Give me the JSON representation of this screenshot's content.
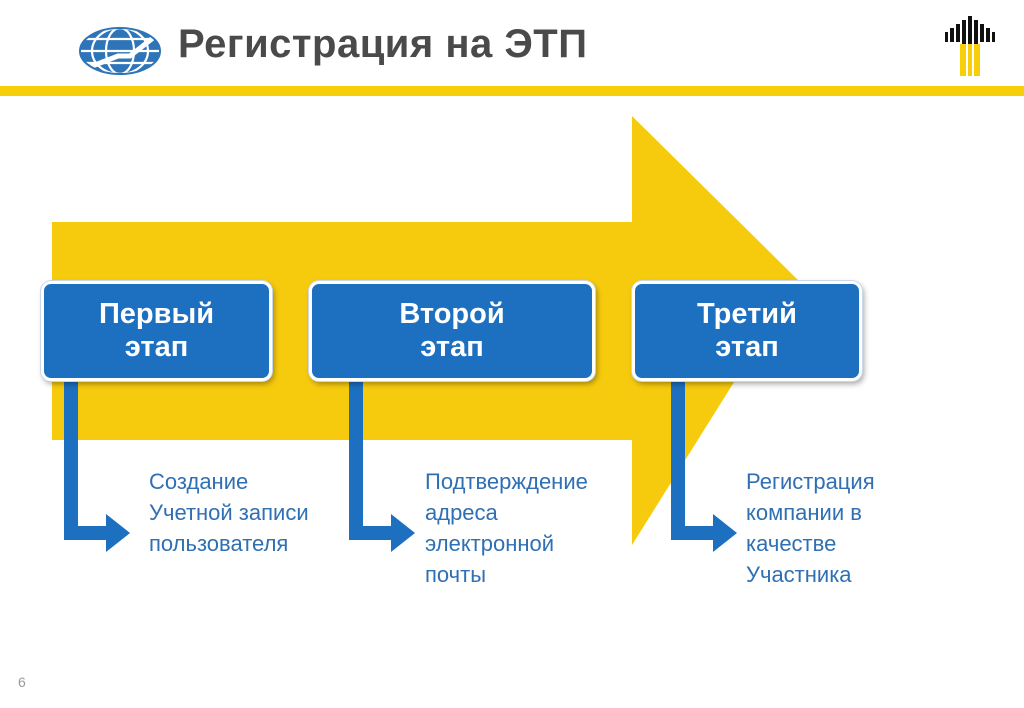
{
  "header": {
    "title": "Регистрация на ЭТП",
    "accent_color": "#f6cf0a",
    "title_color": "#4a4a4a"
  },
  "logos": {
    "left": "globe-logo-icon",
    "right": "rosneft-logo-icon"
  },
  "diagram": {
    "arrow_color": "#f7cb0d",
    "box_color": "#1d6fbf",
    "text_color": "#2f6fb3",
    "stages": [
      {
        "title_line1": "Первый",
        "title_line2": "этап",
        "desc": [
          "Создание",
          "Учетной записи",
          "пользователя"
        ]
      },
      {
        "title_line1": "Второй",
        "title_line2": "этап",
        "desc": [
          "Подтверждение",
          "адреса",
          "электронной",
          "почты"
        ]
      },
      {
        "title_line1": "Третий",
        "title_line2": "этап",
        "desc": [
          "Регистрация",
          "компании в",
          "качестве",
          "Участника"
        ]
      }
    ]
  },
  "footer": {
    "page_number": "6"
  }
}
